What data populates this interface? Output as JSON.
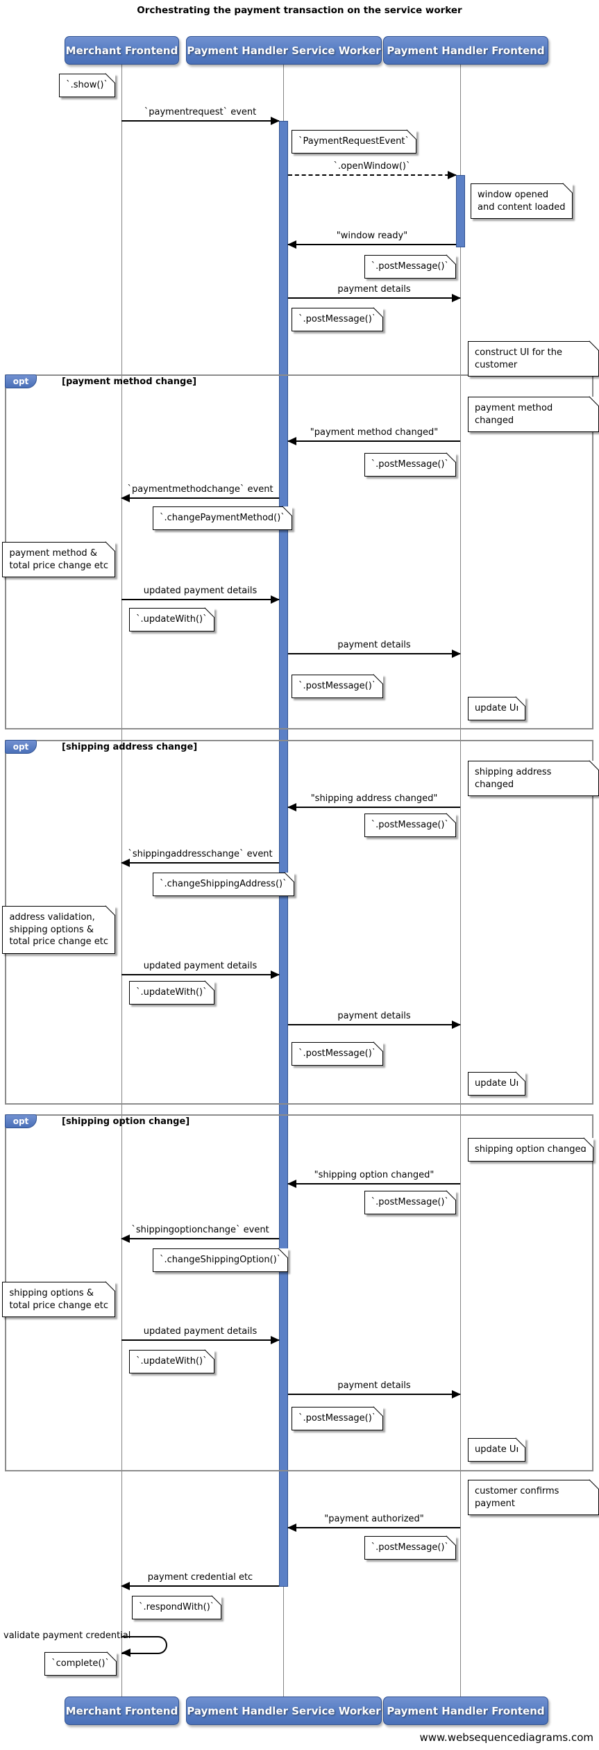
{
  "title": "Orchestrating the payment transaction on the service worker",
  "footer": "www.websequencediagrams.com",
  "colors": {
    "accent": "#5b80c6",
    "frame_border": "#8b8b8b",
    "lifeline": "#838383"
  },
  "participants": [
    {
      "label": "Merchant Frontend"
    },
    {
      "label": "Payment Handler Service Worker"
    },
    {
      "label": "Payment Handler Frontend"
    }
  ],
  "frames": [
    {
      "keyword": "opt",
      "condition": "[payment method change]"
    },
    {
      "keyword": "opt",
      "condition": "[shipping address change]"
    },
    {
      "keyword": "opt",
      "condition": "[shipping option change]"
    }
  ],
  "messages": [
    {
      "label": "`paymentrequest` event"
    },
    {
      "label": "`.openWindow()`"
    },
    {
      "label": "\"window ready\""
    },
    {
      "label": "payment details"
    },
    {
      "label": "\"payment method changed\""
    },
    {
      "label": "`paymentmethodchange` event"
    },
    {
      "label": "updated payment details"
    },
    {
      "label": "payment details"
    },
    {
      "label": "\"shipping address changed\""
    },
    {
      "label": "`shippingaddresschange` event"
    },
    {
      "label": "updated payment details"
    },
    {
      "label": "payment details"
    },
    {
      "label": "\"shipping option changed\""
    },
    {
      "label": "`shippingoptionchange` event"
    },
    {
      "label": "updated payment details"
    },
    {
      "label": "payment details"
    },
    {
      "label": "\"payment authorized\""
    },
    {
      "label": "payment credential etc"
    },
    {
      "label": "validate payment credential"
    }
  ],
  "notes": [
    {
      "text": "`.show()`"
    },
    {
      "text": "`PaymentRequestEvent`"
    },
    {
      "text": "window opened\nand content loaded"
    },
    {
      "text": "`.postMessage()`"
    },
    {
      "text": "`.postMessage()`"
    },
    {
      "text": "construct UI for the customer"
    },
    {
      "text": "payment method changed"
    },
    {
      "text": "`.postMessage()`"
    },
    {
      "text": "`.changePaymentMethod()`"
    },
    {
      "text": "payment method &\ntotal price change etc"
    },
    {
      "text": "`.updateWith()`"
    },
    {
      "text": "`.postMessage()`"
    },
    {
      "text": "update UI"
    },
    {
      "text": "shipping address changed"
    },
    {
      "text": "`.postMessage()`"
    },
    {
      "text": "`.changeShippingAddress()`"
    },
    {
      "text": "address validation,\nshipping options &\ntotal price change etc"
    },
    {
      "text": "`.updateWith()`"
    },
    {
      "text": "`.postMessage()`"
    },
    {
      "text": "update UI"
    },
    {
      "text": "shipping option changed"
    },
    {
      "text": "`.postMessage()`"
    },
    {
      "text": "`.changeShippingOption()`"
    },
    {
      "text": "shipping options &\ntotal price change etc"
    },
    {
      "text": "`.updateWith()`"
    },
    {
      "text": "`.postMessage()`"
    },
    {
      "text": "update UI"
    },
    {
      "text": "customer confirms payment"
    },
    {
      "text": "`.postMessage()`"
    },
    {
      "text": "`.respondWith()`"
    },
    {
      "text": "`complete()`"
    }
  ]
}
